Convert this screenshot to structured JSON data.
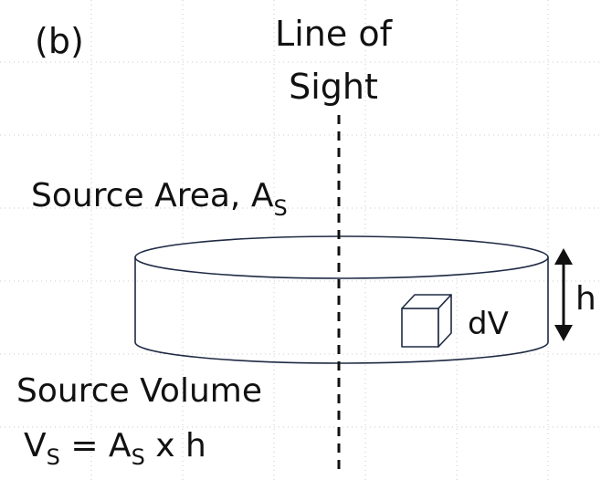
{
  "panel_label": "(b)",
  "line_of_sight": {
    "line1": "Line of",
    "line2": "Sight"
  },
  "source_area": {
    "text": "Source Area, A",
    "subscript": "S"
  },
  "volume_element": "dV",
  "height_label": "h",
  "source_volume": {
    "title": "Source Volume",
    "eq_v": "V",
    "eq_v_sub": "S",
    "eq_mid": " = A",
    "eq_a_sub": "S",
    "eq_end": " x h"
  },
  "colors": {
    "stroke": "#1f2a44",
    "text": "#111111",
    "grid": "#c8c8c8"
  }
}
